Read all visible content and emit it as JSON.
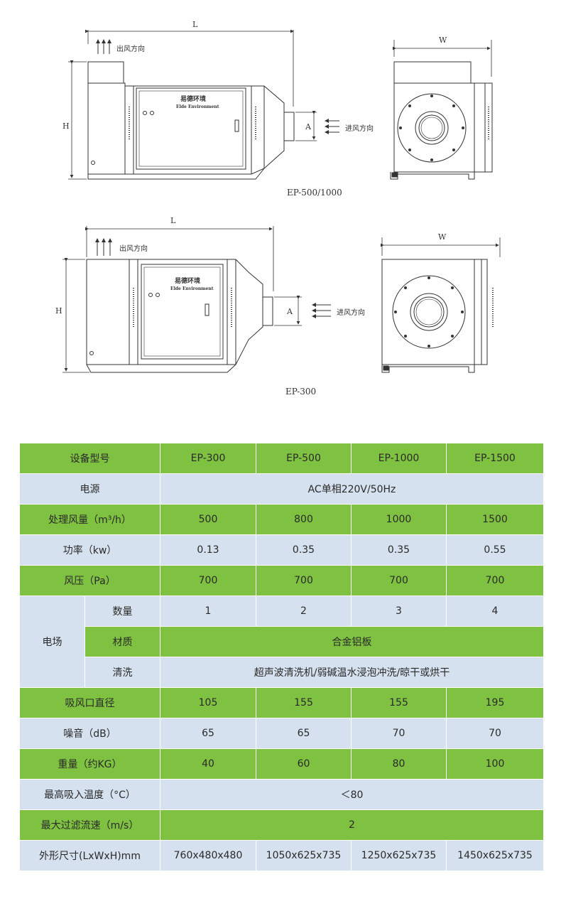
{
  "drawing_top": {
    "dim_L": "L",
    "dim_H": "H",
    "dim_A": "A",
    "dim_W": "W",
    "outlet_label": "出风方向",
    "inlet_label": "进风方向",
    "brand_cn": "易德环境",
    "brand_en": "Elde Environment",
    "caption": "EP-500/1000"
  },
  "drawing_bottom": {
    "dim_L": "L",
    "dim_H": "H",
    "dim_A": "A",
    "dim_W": "W",
    "outlet_label": "出风方向",
    "inlet_label": "进风方向",
    "brand_cn": "易德环境",
    "brand_en": "Elde Environment",
    "caption": "EP-300"
  },
  "table": {
    "header": [
      "设备型号",
      "EP-300",
      "EP-500",
      "EP-1000",
      "EP-1500"
    ],
    "power_supply": {
      "label": "电源",
      "value": "AC单相220V/50Hz"
    },
    "airflow": {
      "label": "处理风量（m³/h）",
      "values": [
        "500",
        "800",
        "1000",
        "1500"
      ]
    },
    "power": {
      "label": "功率（kw）",
      "values": [
        "0.13",
        "0.35",
        "0.35",
        "0.55"
      ]
    },
    "pressure": {
      "label": "风压（Pa）",
      "values": [
        "700",
        "700",
        "700",
        "700"
      ]
    },
    "field": {
      "label": "电场",
      "count": {
        "label": "数量",
        "values": [
          "1",
          "2",
          "3",
          "4"
        ]
      },
      "material": {
        "label": "材质",
        "value": "合金铝板"
      },
      "cleaning": {
        "label": "清洗",
        "value": "超声波清洗机/弱碱温水浸泡冲洗/晾干或烘干"
      }
    },
    "inlet_diameter": {
      "label": "吸风口直径",
      "values": [
        "105",
        "155",
        "155",
        "195"
      ]
    },
    "noise": {
      "label": "噪音（dB）",
      "values": [
        "65",
        "65",
        "70",
        "70"
      ]
    },
    "weight": {
      "label": "重量（约KG）",
      "values": [
        "40",
        "60",
        "80",
        "100"
      ]
    },
    "max_temp": {
      "label": "最高吸入温度（°C）",
      "value": "＜80"
    },
    "max_filter_speed": {
      "label": "最大过滤流速（m/s）",
      "value": "2"
    },
    "dimensions": {
      "label": "外形尺寸(LxWxH)mm",
      "values": [
        "760x480x480",
        "1050x625x735",
        "1250x625x735",
        "1450x625x735"
      ]
    }
  },
  "colors": {
    "green_row": "#7fc241",
    "blue_row": "#d5e1ee",
    "line": "#333333"
  }
}
